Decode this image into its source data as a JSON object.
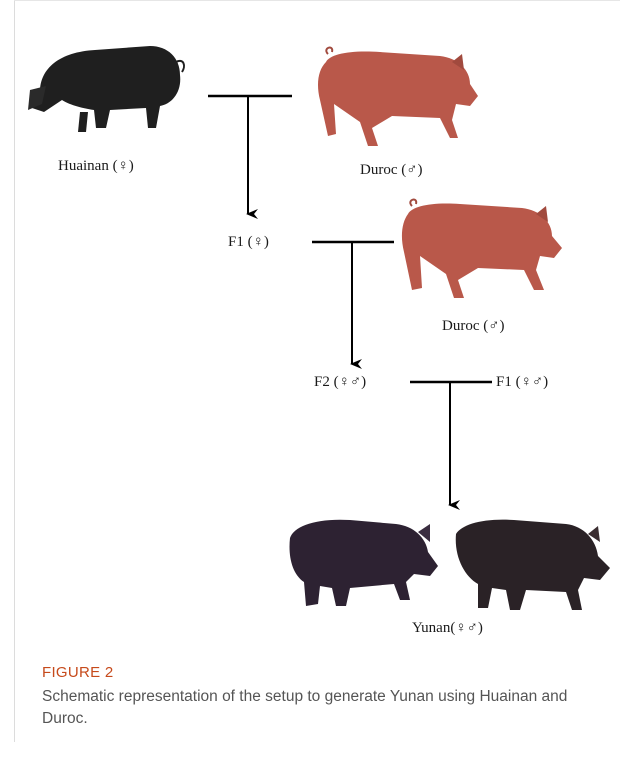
{
  "nodes": {
    "huainan_female": "Huainan (♀)",
    "duroc_male_1": "Duroc (♂)",
    "f1_female": "F1 (♀)",
    "duroc_male_2": "Duroc (♂)",
    "f2": "F2 (♀♂)",
    "f1_both": "F1 (♀♂)",
    "yunan": "Yunan(♀♂)"
  },
  "figure": {
    "label": "FIGURE 2",
    "caption": "Schematic representation of the setup to generate Yunan using Huainan and Duroc."
  },
  "colors": {
    "figure_label": "#c64a1b",
    "caption_text": "#555555",
    "black_pig": "#1f1f1f",
    "duroc_pig": "#b9584a",
    "yunan_pig": "#2d2232"
  },
  "icons": [
    "black-pig-icon",
    "duroc-pig-icon",
    "yunan-pig-icon"
  ]
}
